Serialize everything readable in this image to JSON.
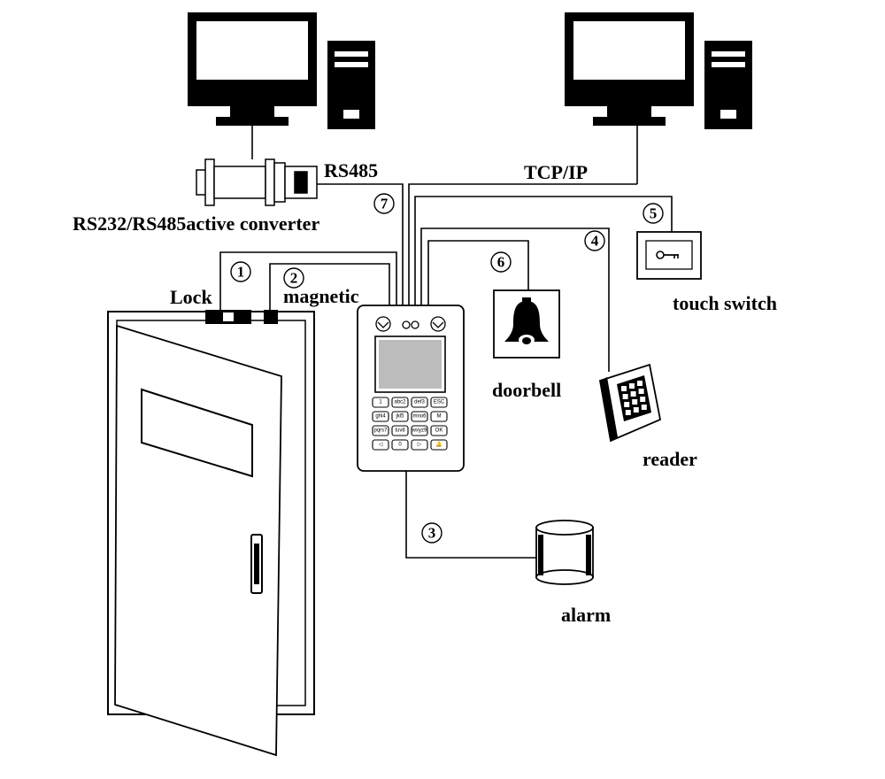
{
  "labels": {
    "rs485": "RS485",
    "tcpip": "TCP/IP",
    "converter": "RS232/RS485active converter",
    "lock": "Lock",
    "magnetic": "magnetic",
    "touch_switch": "touch switch",
    "doorbell": "doorbell",
    "reader": "reader",
    "alarm": "alarm"
  },
  "connections": [
    {
      "number": "1"
    },
    {
      "number": "2"
    },
    {
      "number": "3"
    },
    {
      "number": "4"
    },
    {
      "number": "5"
    },
    {
      "number": "6"
    },
    {
      "number": "7"
    }
  ],
  "keypad": {
    "keys": [
      [
        "1",
        "abc2",
        "def3",
        "ESC"
      ],
      [
        "ghi4",
        "jkl5",
        "mno6",
        "M"
      ],
      [
        "pqrs7",
        "tuv8",
        "wxyz9",
        "OK"
      ],
      [
        "◁",
        "0",
        "▷",
        "🔔"
      ]
    ]
  }
}
